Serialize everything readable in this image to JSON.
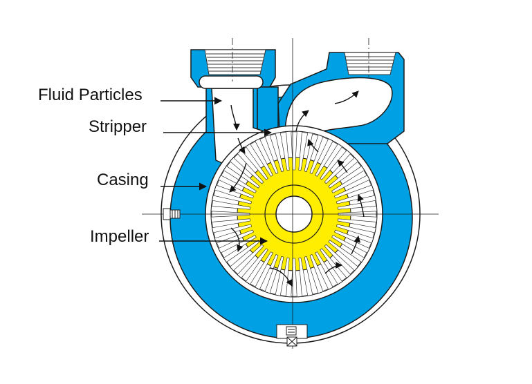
{
  "labels": {
    "fluid_particles": "Fluid Particles",
    "stripper": "Stripper",
    "casing": "Casing",
    "impeller": "Impeller"
  },
  "colors": {
    "casing": "#00a1e4",
    "impeller": "#ffee00",
    "outline": "#1a1a1a",
    "background": "#ffffff"
  }
}
